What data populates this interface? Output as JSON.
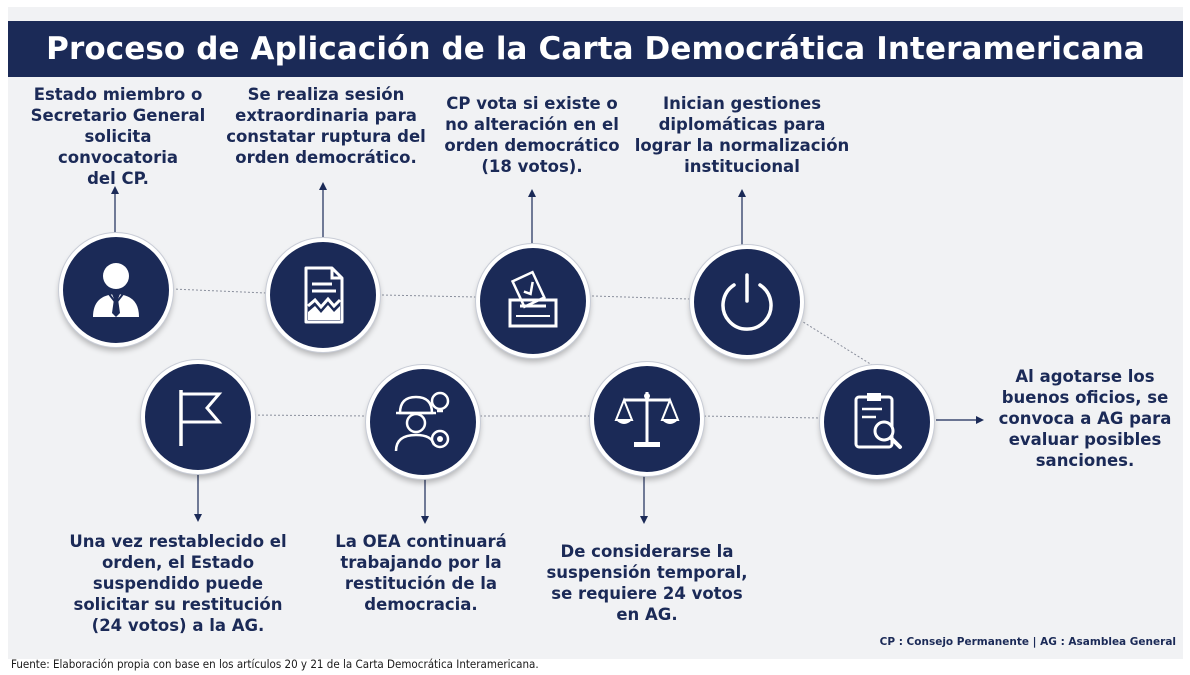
{
  "title": "Proceso de Aplicación de la Carta Democrática Interamericana",
  "steps_top": [
    {
      "icon": "businessman-icon",
      "text": "Estado miembro o\nSecretario General\nsolicita convocatoria\ndel CP."
    },
    {
      "icon": "torn-document-icon",
      "text": "Se realiza sesión\nextraordinaria para\nconstatar ruptura del\norden democrático."
    },
    {
      "icon": "ballot-box-icon",
      "text": "CP vota si existe o\nno alteración en el\norden democrático\n(18 votos)."
    },
    {
      "icon": "power-icon",
      "text": "Inician gestiones\ndiplomáticas para\nlograr la normalización\ninstitucional"
    }
  ],
  "steps_bottom": [
    {
      "icon": "flag-icon",
      "text": "Una vez restablecido el\norden, el Estado\nsuspendido puede\nsolicitar su restitución\n(24 votos) a la AG."
    },
    {
      "icon": "worker-idea-icon",
      "text": "La OEA continuará\ntrabajando por la\nrestitución de la\ndemocracia."
    },
    {
      "icon": "scales-icon",
      "text": "De considerarse la\nsuspensión temporal,\nse requiere 24 votos\nen AG."
    },
    {
      "icon": "clipboard-search-icon",
      "text": "Al agotarse los\nbuenos oficios, se\nconvoca a AG para\nevaluar posibles\nsanciones."
    }
  ],
  "legend": "CP : Consejo Permanente | AG : Asamblea General",
  "source": "Fuente: Elaboración propia con base en los artículos 20 y 21 de la Carta Democrática Interamericana.",
  "colors": {
    "navy": "#1b2a57",
    "background": "#f1f2f4"
  }
}
